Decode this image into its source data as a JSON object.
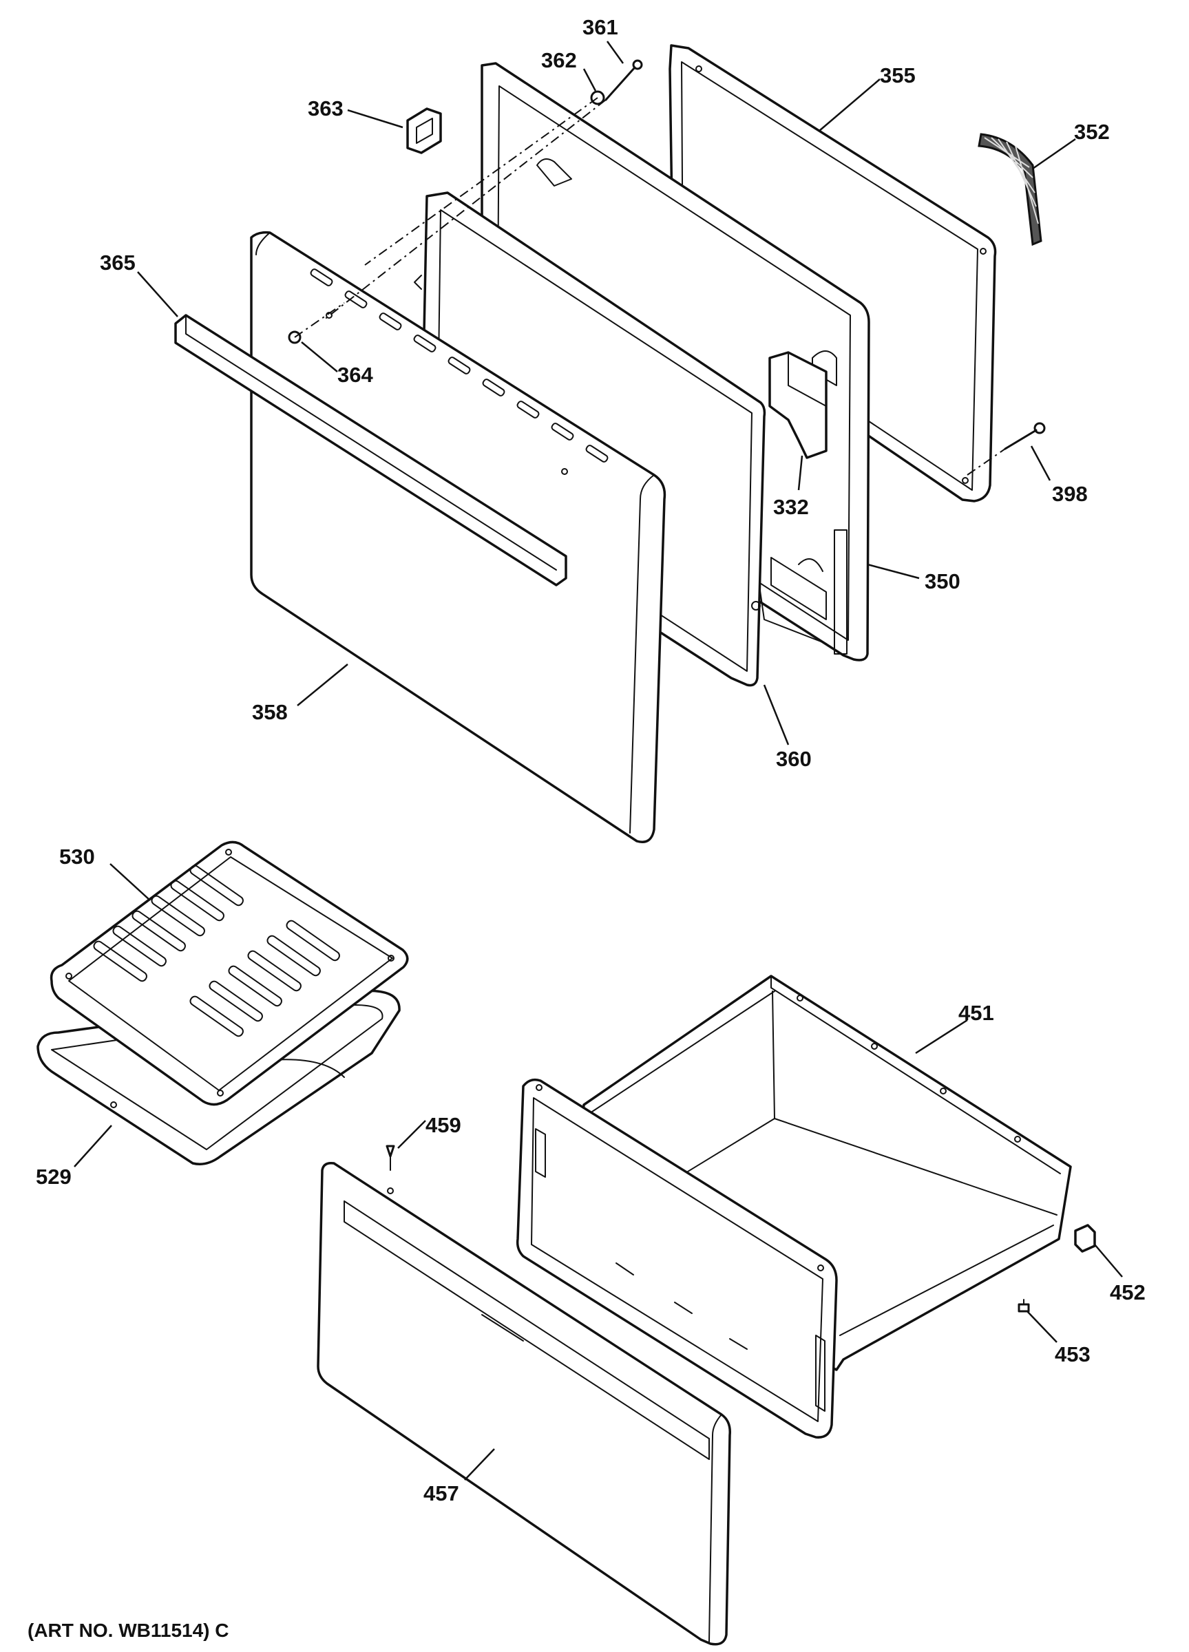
{
  "parts": [
    {
      "id": "p361",
      "label": "361"
    },
    {
      "id": "p362",
      "label": "362"
    },
    {
      "id": "p355",
      "label": "355"
    },
    {
      "id": "p363",
      "label": "363"
    },
    {
      "id": "p352",
      "label": "352"
    },
    {
      "id": "p365",
      "label": "365"
    },
    {
      "id": "p364",
      "label": "364"
    },
    {
      "id": "p332",
      "label": "332"
    },
    {
      "id": "p398",
      "label": "398"
    },
    {
      "id": "p350",
      "label": "350"
    },
    {
      "id": "p358",
      "label": "358"
    },
    {
      "id": "p360",
      "label": "360"
    },
    {
      "id": "p530",
      "label": "530"
    },
    {
      "id": "p451",
      "label": "451"
    },
    {
      "id": "p459",
      "label": "459"
    },
    {
      "id": "p529",
      "label": "529"
    },
    {
      "id": "p452",
      "label": "452"
    },
    {
      "id": "p453",
      "label": "453"
    },
    {
      "id": "p457",
      "label": "457"
    }
  ],
  "footer": {
    "art_number": "(ART NO. WB11514) C"
  }
}
